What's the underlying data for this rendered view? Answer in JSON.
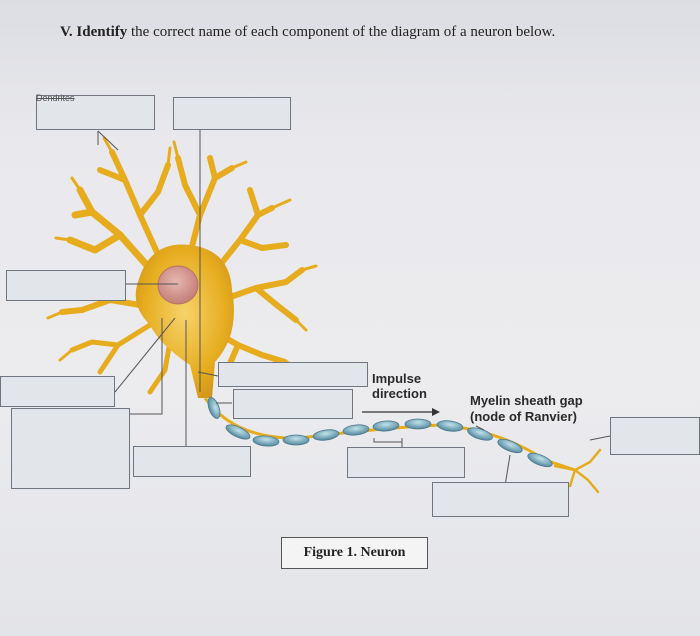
{
  "heading": {
    "number": "V.",
    "bold_word": "Identify",
    "rest": "the correct name of each component of the diagram of a neuron below."
  },
  "labels": {
    "dendrites": "Dendrites",
    "impulse_line1": "Impulse",
    "impulse_line2": "direction",
    "gap_line1": "Myelin sheath gap",
    "gap_line2": "(node of Ranvier)"
  },
  "caption": "Figure 1. Neuron",
  "colors": {
    "dendrite": "#e6ac1e",
    "nucleus": "#cf8f86",
    "myelin": "#6a9ab0",
    "box_fill": "#e2e5ea",
    "leader_line": "#555555"
  }
}
